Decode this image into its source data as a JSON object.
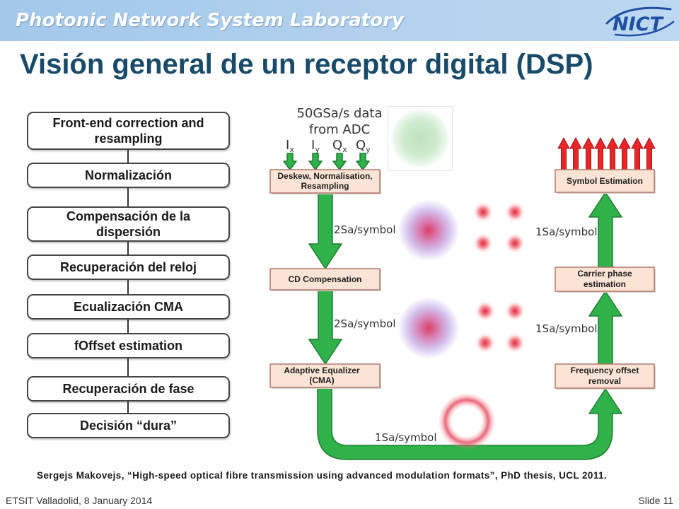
{
  "header": {
    "lab_name": "Photonic Network System Laboratory",
    "logo_text": "NICT",
    "colors": {
      "band": "#a3c8ea",
      "band_light": "#bdd8f0",
      "title": "#184a69",
      "logo": "#1f4fa3"
    }
  },
  "title": "Visión general de un receptor digital (DSP)",
  "flow": {
    "steps": [
      {
        "lines": [
          "Front-end correction and",
          "resampling"
        ]
      },
      {
        "lines": [
          "Normalización"
        ]
      },
      {
        "lines": [
          "Compensación de la",
          "dispersión"
        ]
      },
      {
        "lines": [
          "Recuperación del reloj"
        ]
      },
      {
        "lines": [
          "Ecualización CMA"
        ]
      },
      {
        "lines": [
          "fOffset estimation"
        ]
      },
      {
        "lines": [
          "Recuperación de fase"
        ]
      },
      {
        "lines": [
          "Decisión “dura”"
        ]
      }
    ]
  },
  "diagram": {
    "adc_caption": [
      "50GSa/s data",
      "from ADC"
    ],
    "inputs": [
      {
        "base": "I",
        "sub": "x"
      },
      {
        "base": "I",
        "sub": "y"
      },
      {
        "base": "Q",
        "sub": "x"
      },
      {
        "base": "Q",
        "sub": "y"
      }
    ],
    "blocks": {
      "deskew": [
        "Deskew, Normalisation,",
        "Resampling"
      ],
      "cd": [
        "CD Compensation"
      ],
      "equalizer": [
        "Adaptive Equalizer",
        "(CMA)"
      ],
      "symbol": [
        "Symbol Estimation"
      ],
      "carrier": [
        "Carrier phase",
        "estimation"
      ],
      "frequency": [
        "Frequency offset",
        "removal"
      ]
    },
    "rates": {
      "after_deskew": "2Sa/symbol",
      "after_cd": "2Sa/symbol",
      "after_equalizer": "1Sa/symbol",
      "after_frequency": "1Sa/symbol",
      "after_carrier": "1Sa/symbol"
    },
    "colors": {
      "arrow": "#2fb24a",
      "arrow_edge": "#1e7d33",
      "output_arrow": "#e8262a",
      "output_arrow_edge": "#a01515",
      "block_fill": "#fbe4d5",
      "block_edge": "#b57868"
    }
  },
  "citation": "Sergejs Makovejs, “High-speed optical fibre transmission using advanced modulation formats”, PhD thesis, UCL 2011.",
  "footer": {
    "left": "ETSIT Valladolid, 8 January 2014",
    "right": "Slide 11"
  }
}
